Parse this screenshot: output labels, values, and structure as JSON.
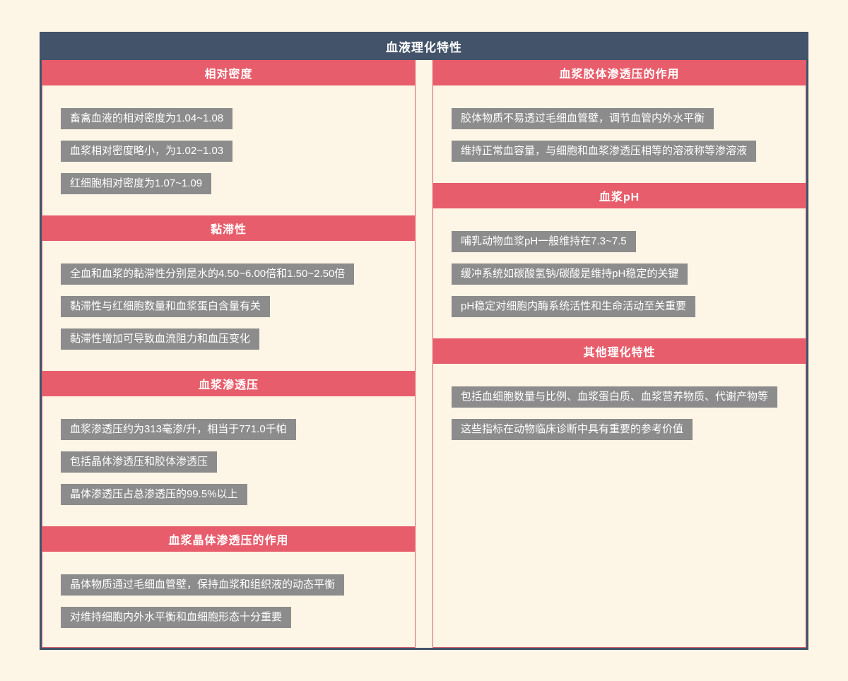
{
  "title": "血液理化特性",
  "colors": {
    "background": "#fdf5e5",
    "header_bg": "#42536a",
    "outer_border": "#42536a",
    "section_bg": "#e85d6b",
    "column_border": "#d6606c",
    "item_bg": "#8c8c8c",
    "text_light": "#ffffff"
  },
  "columns": [
    {
      "sections": [
        {
          "heading": "相对密度",
          "items": [
            "畜禽血液的相对密度为1.04~1.08",
            "血浆相对密度略小，为1.02~1.03",
            "红细胞相对密度为1.07~1.09"
          ]
        },
        {
          "heading": "黏滞性",
          "items": [
            "全血和血浆的黏滞性分别是水的4.50~6.00倍和1.50~2.50倍",
            "黏滞性与红细胞数量和血浆蛋白含量有关",
            "黏滞性增加可导致血流阻力和血压变化"
          ]
        },
        {
          "heading": "血浆渗透压",
          "items": [
            "血浆渗透压约为313毫渗/升，相当于771.0千帕",
            "包括晶体渗透压和胶体渗透压",
            "晶体渗透压占总渗透压的99.5%以上"
          ]
        },
        {
          "heading": "血浆晶体渗透压的作用",
          "items": [
            "晶体物质通过毛细血管壁，保持血浆和组织液的动态平衡",
            "对维持细胞内外水平衡和血细胞形态十分重要"
          ]
        }
      ]
    },
    {
      "sections": [
        {
          "heading": "血浆胶体渗透压的作用",
          "items": [
            "胶体物质不易透过毛细血管壁，调节血管内外水平衡",
            "维持正常血容量，与细胞和血浆渗透压相等的溶液称等渗溶液"
          ]
        },
        {
          "heading": "血浆pH",
          "items": [
            "哺乳动物血浆pH一般维持在7.3~7.5",
            "缓冲系统如碳酸氢钠/碳酸是维持pH稳定的关键",
            "pH稳定对细胞内酶系统活性和生命活动至关重要"
          ]
        },
        {
          "heading": "其他理化特性",
          "items": [
            "包括血细胞数量与比例、血浆蛋白质、血浆营养物质、代谢产物等",
            "这些指标在动物临床诊断中具有重要的参考价值"
          ]
        }
      ]
    }
  ]
}
